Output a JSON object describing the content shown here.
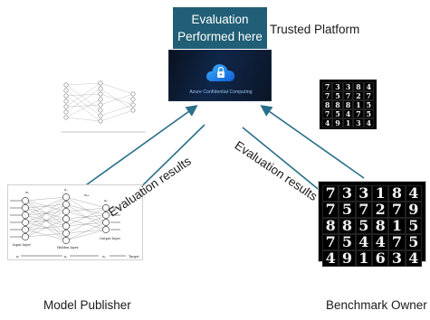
{
  "platform": {
    "box_line1": "Evaluation",
    "box_line2": "Performed here",
    "label": "Trusted Platform",
    "panel_caption": "Azure Confidential Computing",
    "cloud_icon": "cloud-lock-icon"
  },
  "flows": {
    "left_label": "Evaluation results",
    "right_label": "Evaluation results"
  },
  "model_publisher": {
    "caption": "Model Publisher",
    "network": {
      "input_layer": "Input layer",
      "hidden_layer": "Hidden layer",
      "output_layer": "Output layer",
      "x_in": "xᵢ",
      "x_mid": "xⱼ",
      "x_out": "oₖ",
      "target": "Target",
      "weight_ij": "wᵢⱼ",
      "weight_jk": "wⱼₖ",
      "node_hidden": "uⱼ",
      "node_output": "uₖ",
      "weight_in": "wᵢ"
    }
  },
  "benchmark_owner": {
    "caption": "Benchmark Owner",
    "digits_large": [
      "7",
      "3",
      "3",
      "1",
      "8",
      "4",
      "7",
      "5",
      "7",
      "2",
      "7",
      "9",
      "8",
      "8",
      "5",
      "8",
      "1",
      "5",
      "7",
      "5",
      "4",
      "4",
      "7",
      "5",
      "4",
      "9",
      "1",
      "6",
      "3",
      "4"
    ],
    "digits_small": [
      "7",
      "3",
      "3",
      "8",
      "4",
      "7",
      "5",
      "7",
      "2",
      "7",
      "8",
      "8",
      "8",
      "1",
      "5",
      "7",
      "5",
      "4",
      "7",
      "5",
      "4",
      "9",
      "1",
      "3",
      "4"
    ]
  },
  "colors": {
    "arrow": "#2a6f8a",
    "eval_box": "#215f76"
  }
}
